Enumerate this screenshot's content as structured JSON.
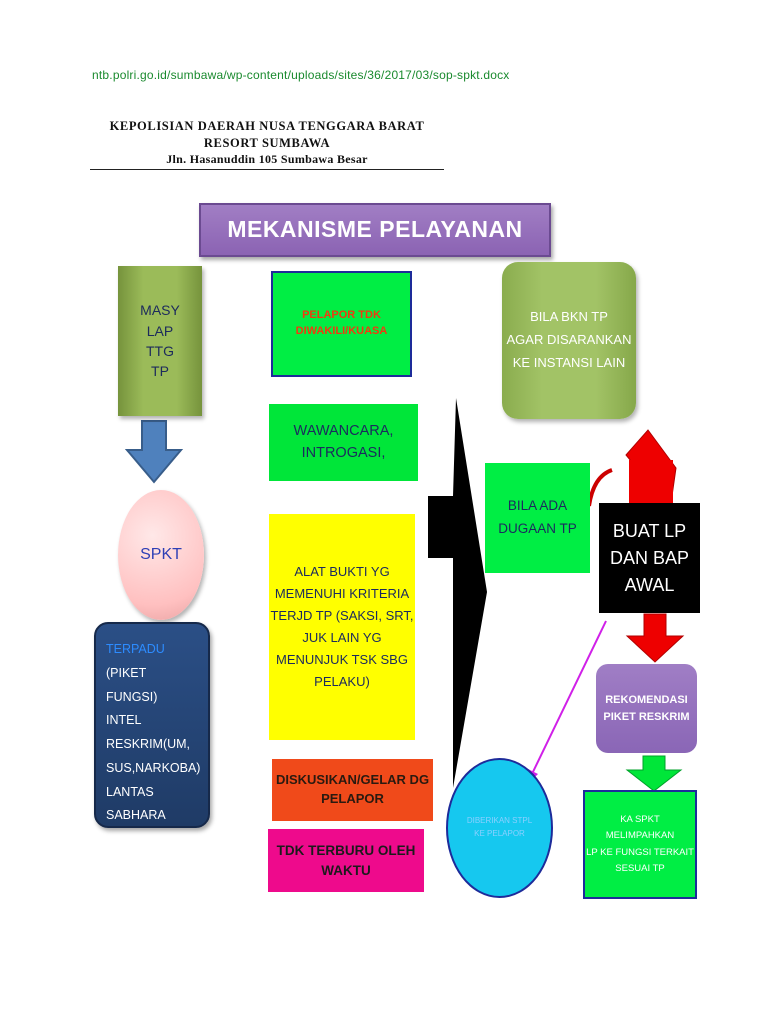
{
  "source_url": "ntb.polri.go.id/sumbawa/wp-content/uploads/sites/36/2017/03/sop-spkt.docx",
  "letterhead": {
    "line1": "KEPOLISIAN DAERAH NUSA TENGGARA BARAT",
    "line2": "RESORT SUMBAWA",
    "line3": "Jln. Hasanuddin 105 Sumbawa Besar"
  },
  "diagram": {
    "title": "MEKANISME PELAYANAN",
    "masy": [
      "MASY",
      "LAP",
      "TTG",
      "TP"
    ],
    "spkt": "SPKT",
    "terpadu": {
      "highlight": "TERPADU",
      "rest": " (PIKET FUNGSI)",
      "lines": [
        "INTEL",
        "RESKRIM(UM, SUS,NARKOBA)",
        "LANTAS",
        "SABHARA"
      ]
    },
    "pelapor": [
      "PELAPOR TDK",
      "DIWAKILI/KUASA"
    ],
    "wawancara": [
      "WAWANCARA,",
      "INTROGASI,"
    ],
    "alat_bukti": "ALAT BUKTI  YG MEMENUHI KRITERIA TERJD TP (SAKSI, SRT, JUK LAIN  YG MENUNJUK TSK SBG PELAKU)",
    "diskusikan": [
      "DISKUSIKAN/GELAR DG",
      "PELAPOR"
    ],
    "tdk_terburu": [
      "TDK  TERBURU  OLEH",
      "WAKTU"
    ],
    "bila_bkn": [
      "BILA BKN TP",
      "AGAR DISARANKAN",
      "KE INSTANSI LAIN"
    ],
    "bila_ada": [
      "BILA ADA",
      "DUGAAN TP"
    ],
    "buat_lp": [
      "BUAT LP",
      "DAN BAP",
      "AWAL"
    ],
    "rekomendasi": [
      "REKOMENDASI",
      "PIKET RESKRIM"
    ],
    "ka_spkt": [
      "KA SPKT MELIMPAHKAN",
      "LP KE FUNGSI TERKAIT",
      "SESUAI  TP"
    ],
    "circle_text": [
      "DIBERIKAN STPL",
      "KE PELAPOR"
    ]
  },
  "colors": {
    "purple": "#8b63b3",
    "green_box": "#00ee44",
    "olive": "#9bbb59",
    "yellow": "#ffff00",
    "orange": "#f04a1a",
    "magenta": "#ee0a8c",
    "navy": "#1f3b66",
    "cyan": "#16c8ef",
    "red_arrow": "#ee0000",
    "blue_arrow": "#4f81bd"
  }
}
